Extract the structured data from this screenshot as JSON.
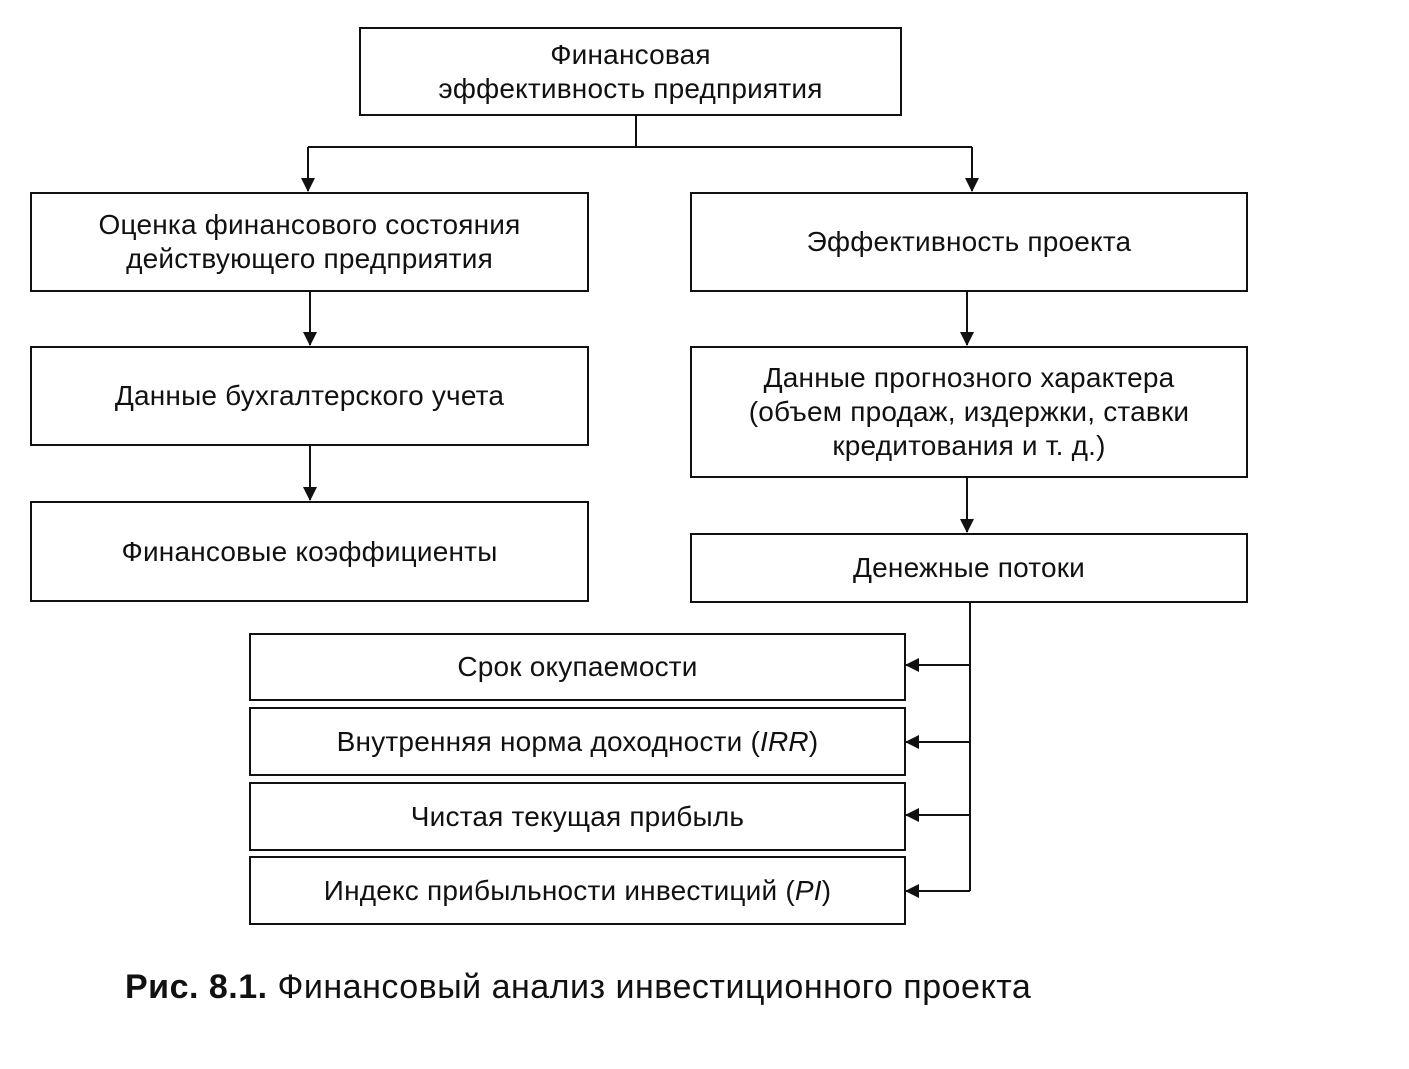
{
  "nodes": {
    "root": {
      "lines": [
        "Финансовая",
        "эффективность предприятия"
      ]
    },
    "assessment": {
      "lines": [
        "Оценка финансового состояния",
        "действующего предприятия"
      ]
    },
    "accounting": {
      "lines": [
        "Данные бухгалтерского учета"
      ]
    },
    "ratios": {
      "lines": [
        "Финансовые коэффициенты"
      ]
    },
    "project": {
      "lines": [
        "Эффективность проекта"
      ]
    },
    "forecast": {
      "lines": [
        "Данные прогнозного характера",
        "(объем продаж, издержки, ставки",
        "кредитования и т. д.)"
      ]
    },
    "cashflows": {
      "lines": [
        "Денежные потоки"
      ]
    },
    "payback": {
      "lines": [
        "Срок окупаемости"
      ]
    },
    "irr": {
      "text": "Внутренняя норма доходности (",
      "abbr": "IRR",
      "tail": ")"
    },
    "npv": {
      "lines": [
        "Чистая текущая прибыль"
      ]
    },
    "pi": {
      "text": "Индекс прибыльности инвестиций (",
      "abbr": "PI",
      "tail": ")"
    }
  },
  "edges": [
    {
      "from": "root",
      "to": "assessment"
    },
    {
      "from": "root",
      "to": "project"
    },
    {
      "from": "assessment",
      "to": "accounting"
    },
    {
      "from": "accounting",
      "to": "ratios"
    },
    {
      "from": "project",
      "to": "forecast"
    },
    {
      "from": "forecast",
      "to": "cashflows"
    },
    {
      "from": "cashflows",
      "to": "payback"
    },
    {
      "from": "cashflows",
      "to": "irr"
    },
    {
      "from": "cashflows",
      "to": "npv"
    },
    {
      "from": "cashflows",
      "to": "pi"
    }
  ],
  "caption": {
    "label": "Рис. 8.1.",
    "text": "Финансовый анализ инвестиционного проекта"
  },
  "colors": {
    "line": "#111111",
    "background": "#ffffff"
  }
}
